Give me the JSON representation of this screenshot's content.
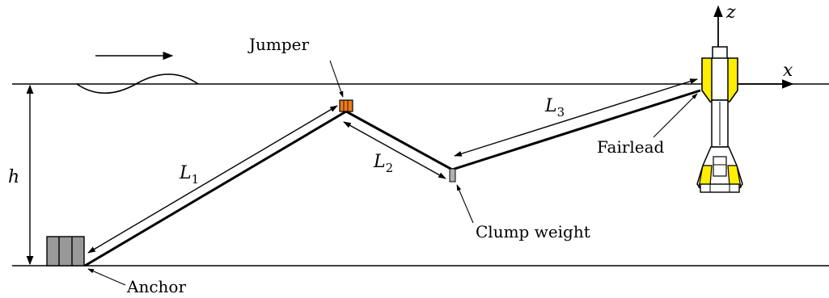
{
  "labels": {
    "jumper": "Jumper",
    "fairlead": "Fairlead",
    "clump_weight": "Clump weight",
    "anchor": "Anchor"
  },
  "dimensions": {
    "depth_symbol": "h",
    "segment_1": {
      "symbol": "L",
      "subscript": "1"
    },
    "segment_2": {
      "symbol": "L",
      "subscript": "2"
    },
    "segment_3": {
      "symbol": "L",
      "subscript": "3"
    }
  },
  "axes": {
    "x": "x",
    "z": "z"
  },
  "colors": {
    "jumper_fill": "#f07a1a",
    "platform_fill": "#ffee00",
    "anchor_fill": "#999999",
    "clump_fill": "#b0b0b0",
    "line": "#000000"
  },
  "icons": {
    "wave_direction": "arrow-right-icon",
    "depth_arrow": "double-arrow-vertical-icon"
  }
}
